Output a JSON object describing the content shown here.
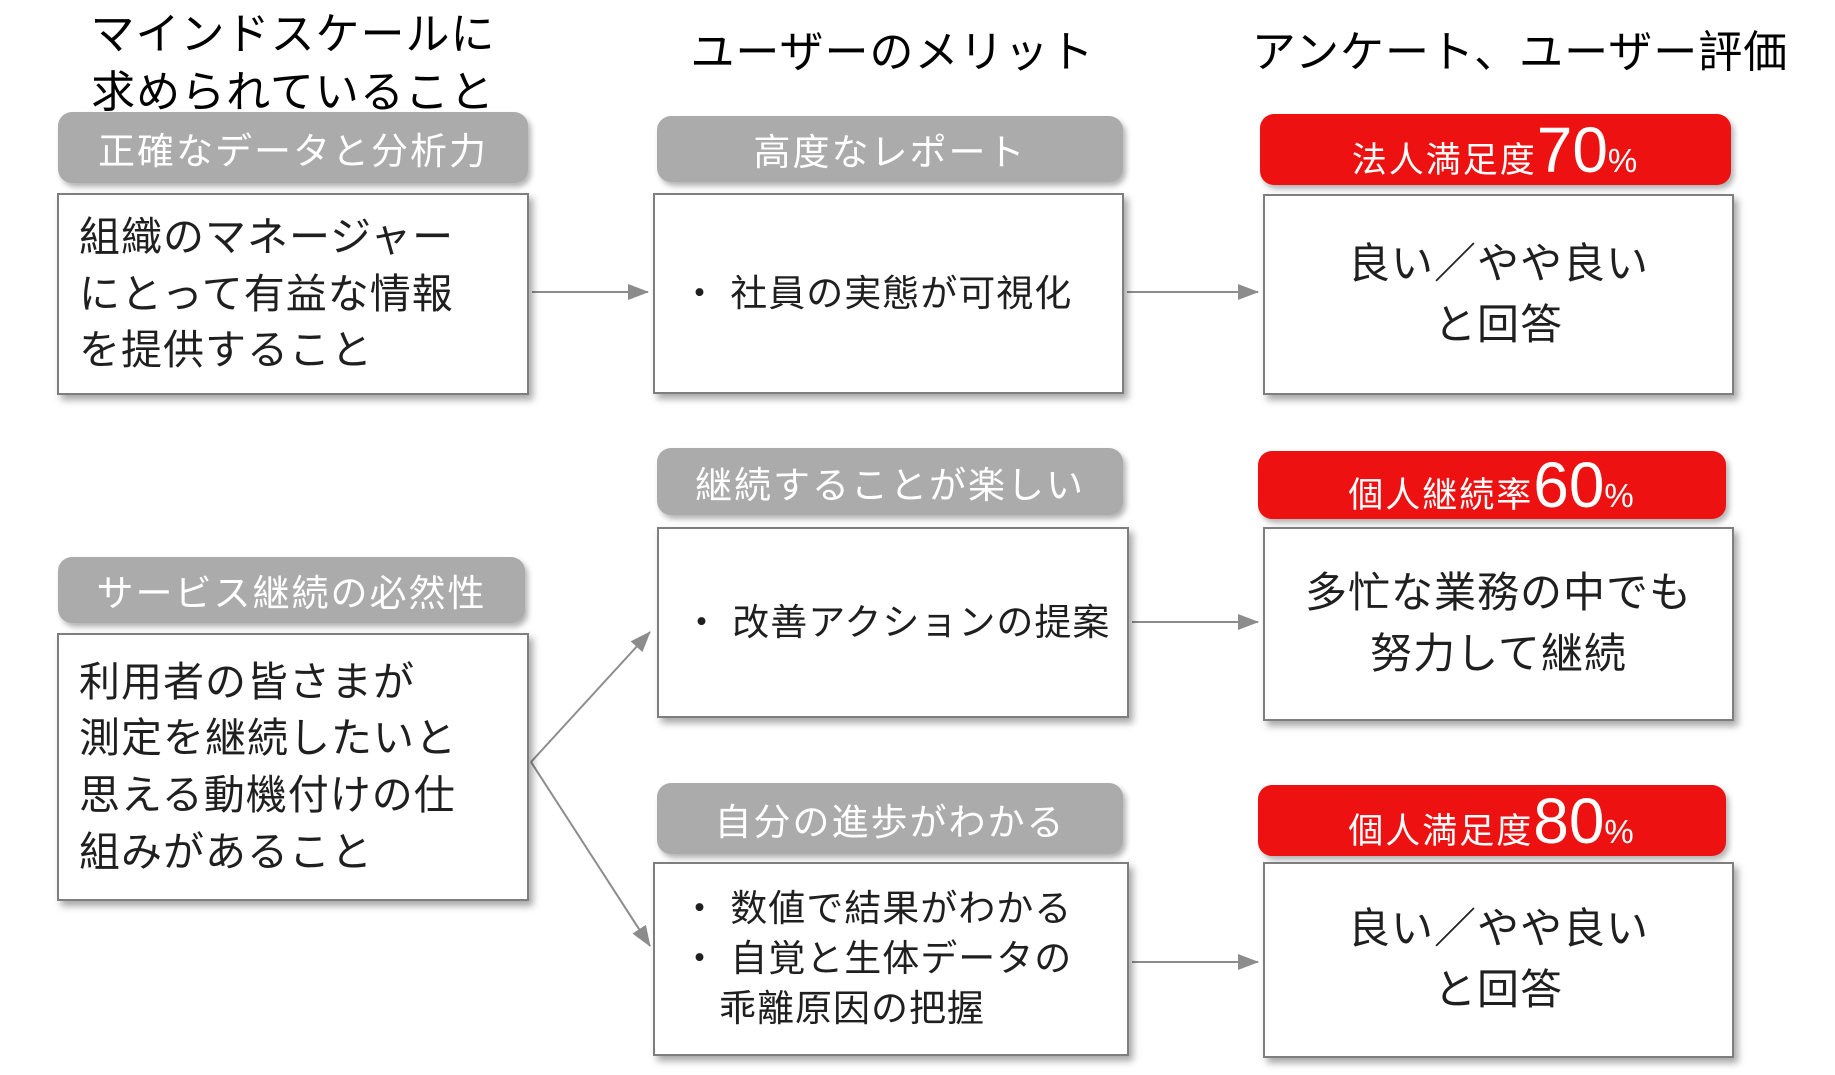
{
  "colors": {
    "gray_label": "#ABABAB",
    "red_label": "#EE1111",
    "box_border": "#7E7E7E",
    "arrow": "#8C8C8C",
    "text": "#1F1F1F",
    "label_text": "#FFFFFF",
    "background": "#FFFFFF"
  },
  "headers": {
    "needs": "マインドスケールに\n求められていること",
    "merits": "ユーザーのメリット",
    "results": "アンケート、ユーザー評価"
  },
  "needs": [
    {
      "label": "正確なデータと分析力",
      "body": "組織のマネージャー\nにとって有益な情報\nを提供すること"
    },
    {
      "label": "サービス継続の必然性",
      "body": "利用者の皆さまが\n測定を継続したいと\n思える動機付けの仕\n組みがあること"
    }
  ],
  "merits": [
    {
      "label": "高度なレポート",
      "body": "・ 社員の実態が可視化"
    },
    {
      "label": "継続することが楽しい",
      "body": "・ 改善アクションの提案"
    },
    {
      "label": "自分の進歩がわかる",
      "body": "・ 数値で結果がわかる\n・ 自覚と生体データの\n　乖離原因の把握"
    }
  ],
  "results": [
    {
      "metric": "法人満足度",
      "value": "70",
      "unit": "%",
      "body": "良い／やや良い\nと回答"
    },
    {
      "metric": "個人継続率",
      "value": "60",
      "unit": "%",
      "body": "多忙な業務の中でも\n努力して継続"
    },
    {
      "metric": "個人満足度",
      "value": "80",
      "unit": "%",
      "body": "良い／やや良い\nと回答"
    }
  ]
}
